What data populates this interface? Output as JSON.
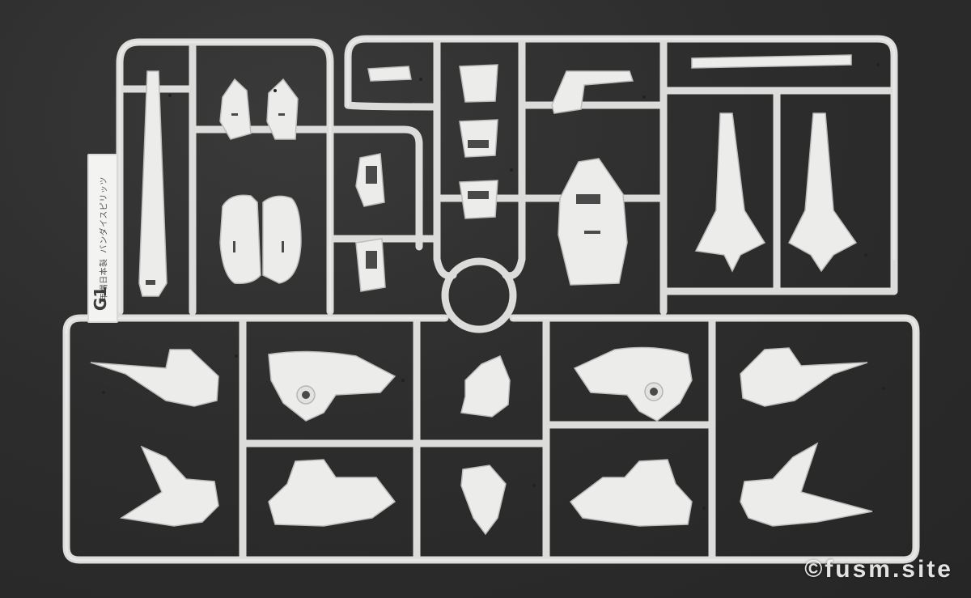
{
  "sprue": {
    "runner_code": "G1",
    "tag_text": "年端日本製 バンダイスピリッツ"
  },
  "watermark": "©fusm.site",
  "colors": {
    "background": "#2e2e2e",
    "plastic": "#ececea"
  }
}
